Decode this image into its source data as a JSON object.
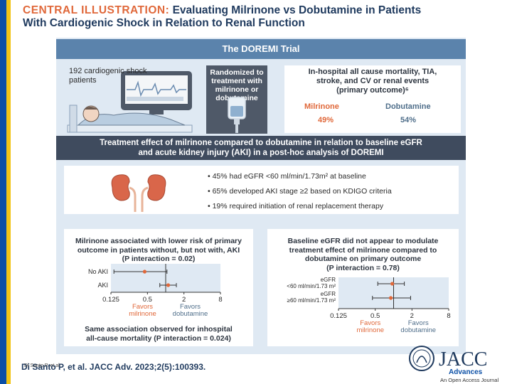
{
  "title": {
    "prefix": "CENTRAL ILLUSTRATION:",
    "line1": "Evaluating Milrinone vs Dobutamine in Patients",
    "line2": "With Cardiogenic Shock in Relation to Renal Function"
  },
  "trial": {
    "header": "The DOREMI Trial",
    "patients": "192 cardiogenic shock patients",
    "randomized": [
      "Randomized to",
      "treatment with",
      "milrinone or",
      "dobutamine"
    ],
    "outcome_lines": [
      "In-hospital all cause mortality, TIA,",
      "stroke, and CV or renal events",
      "(primary outcome)⁶"
    ],
    "milrinone_label": "Milrinone",
    "milrinone_value": "49%",
    "dobutamine_label": "Dobutamine",
    "dobutamine_value": "54%"
  },
  "effect": {
    "header_line1": "Treatment effect of milrinone compared to dobutamine in relation to baseline eGFR",
    "header_line2": "and acute kidney injury (AKI) in a post-hoc analysis of DOREMI",
    "bullets": [
      "• 45% had eGFR <60 ml/min/1.73m² at baseline",
      "• 65% developed AKI stage ≥2 based on KDIGO criteria",
      "• 19% required initiation of renal replacement therapy"
    ]
  },
  "forest_left": {
    "title_lines": [
      "Milrinone associated with lower risk of primary",
      "outcome in patients without, but not with, AKI",
      "(P interaction = 0.02)"
    ],
    "rows": [
      {
        "label": "No AKI",
        "est": 0.45,
        "lo": 0.14,
        "hi": 1.05
      },
      {
        "label": "AKI",
        "est": 1.1,
        "lo": 0.8,
        "hi": 1.5
      }
    ],
    "ticks": [
      "0.125",
      "0.5",
      "2",
      "8"
    ],
    "favors_left": [
      "Favors",
      "milrinone"
    ],
    "favors_right": [
      "Favors",
      "dobutamine"
    ],
    "footnote_lines": [
      "Same association observed for inhospital",
      "all-cause mortality (P interaction = 0.024)"
    ]
  },
  "forest_right": {
    "title_lines": [
      "Baseline eGFR did not appear to modulate",
      "treatment effect of milrinone compared to",
      "dobutamine on primary outcome",
      "(P interaction = 0.78)"
    ],
    "rows": [
      {
        "label_line1": "eGFR",
        "label_line2": "<60 ml/min/1.73 m²",
        "est": 0.95,
        "lo": 0.55,
        "hi": 1.5
      },
      {
        "label_line1": "eGFR",
        "label_line2": "≥60 ml/min/1.73 m²",
        "est": 0.9,
        "lo": 0.45,
        "hi": 1.9
      }
    ],
    "ticks": [
      "0.125",
      "0.5",
      "2",
      "8"
    ],
    "favors_left": [
      "Favors",
      "milrinone"
    ],
    "favors_right": [
      "Favors",
      "dobutamine"
    ]
  },
  "citation": "Di Santo P, et al. JACC Adv. 2023;2(5):100393.",
  "overlay_small": "Di Santo P. et al",
  "logo": {
    "main": "JACC",
    "sub1": "Advances",
    "sub2": "An Open Access Journal"
  },
  "colors": {
    "milrinone": "#e0683a",
    "dobutamine": "#4f6e8a",
    "panel": "#dfe9f3",
    "dark": "#3f4b5e",
    "header": "#5b83ac"
  }
}
